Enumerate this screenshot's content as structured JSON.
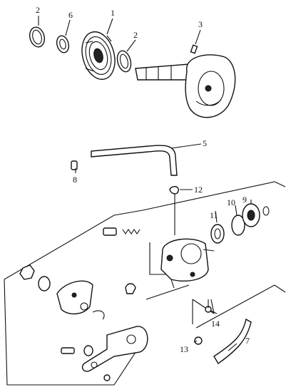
{
  "diagram": {
    "callouts": {
      "c1": "1",
      "c2a": "2",
      "c2b": "2",
      "c3": "3",
      "c5": "5",
      "c6": "6",
      "c7": "7",
      "c8": "8",
      "c9": "9",
      "c10": "10",
      "c11": "11",
      "c12": "12",
      "c13": "13",
      "c14": "14"
    }
  }
}
